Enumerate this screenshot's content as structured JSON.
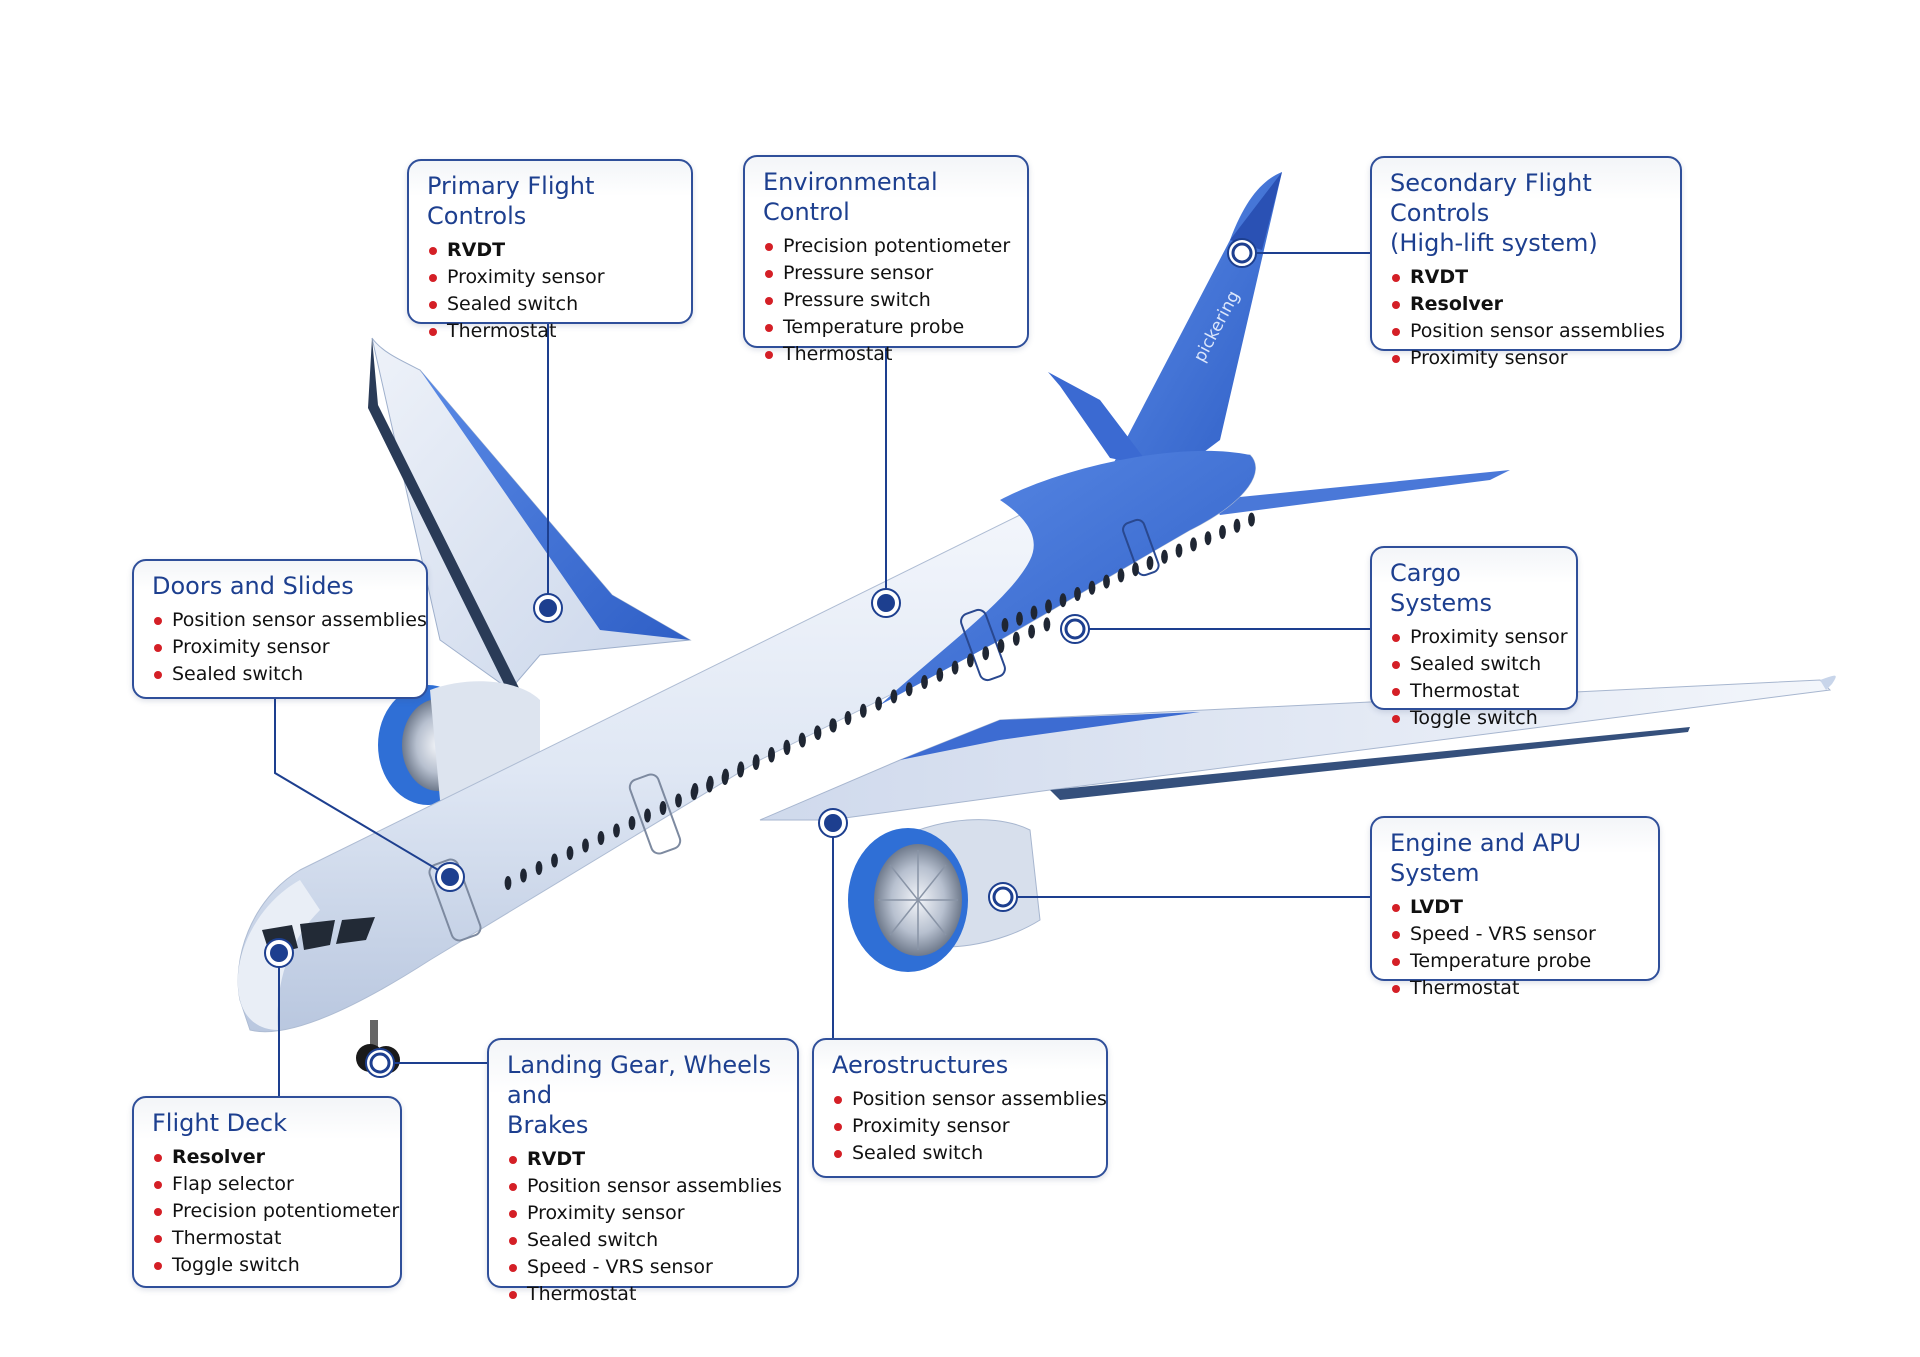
{
  "callouts": {
    "primary": {
      "title": "Primary Flight Controls",
      "items": [
        {
          "text": "RVDT",
          "bold": true
        },
        {
          "text": "Proximity sensor"
        },
        {
          "text": "Sealed switch"
        },
        {
          "text": "Thermostat"
        }
      ]
    },
    "environmental": {
      "title": "Environmental Control",
      "items": [
        {
          "text": "Precision potentiometer"
        },
        {
          "text": "Pressure sensor"
        },
        {
          "text": "Pressure switch"
        },
        {
          "text": "Temperature probe"
        },
        {
          "text": "Thermostat"
        }
      ]
    },
    "secondary": {
      "title_line1": "Secondary Flight Controls",
      "title_line2": "(High-lift system)",
      "items": [
        {
          "text": "RVDT",
          "bold": true
        },
        {
          "text": "Resolver",
          "bold": true
        },
        {
          "text": "Position sensor assemblies"
        },
        {
          "text": "Proximity sensor"
        }
      ]
    },
    "doors": {
      "title": "Doors and Slides",
      "items": [
        {
          "text": "Position sensor assemblies"
        },
        {
          "text": "Proximity sensor"
        },
        {
          "text": "Sealed switch"
        }
      ]
    },
    "cargo": {
      "title": "Cargo Systems",
      "items": [
        {
          "text": "Proximity sensor"
        },
        {
          "text": "Sealed switch"
        },
        {
          "text": "Thermostat"
        },
        {
          "text": "Toggle switch"
        }
      ]
    },
    "engine": {
      "title": "Engine and APU System",
      "items": [
        {
          "text": "LVDT",
          "bold": true
        },
        {
          "text": "Speed - VRS sensor"
        },
        {
          "text": "Temperature probe"
        },
        {
          "text": "Thermostat"
        }
      ]
    },
    "landing": {
      "title_line1": "Landing Gear, Wheels and",
      "title_line2": "Brakes",
      "items": [
        {
          "text": "RVDT",
          "bold": true
        },
        {
          "text": "Position sensor assemblies"
        },
        {
          "text": "Proximity sensor"
        },
        {
          "text": "Sealed switch"
        },
        {
          "text": "Speed - VRS sensor"
        },
        {
          "text": "Thermostat"
        }
      ]
    },
    "aero": {
      "title": "Aerostructures",
      "items": [
        {
          "text": "Position sensor assemblies"
        },
        {
          "text": "Proximity sensor"
        },
        {
          "text": "Sealed switch"
        }
      ]
    },
    "flightdeck": {
      "title": "Flight Deck",
      "items": [
        {
          "text": "Resolver",
          "bold": true
        },
        {
          "text": "Flap selector"
        },
        {
          "text": "Precision potentiometer"
        },
        {
          "text": "Thermostat"
        },
        {
          "text": "Toggle switch"
        }
      ]
    }
  },
  "tail_logo": "pickering",
  "colors": {
    "brand_blue": "#3a6fd6",
    "dark_blue": "#1d3f8f",
    "bullet_red": "#d41f26",
    "line": "#1d3f8f"
  }
}
